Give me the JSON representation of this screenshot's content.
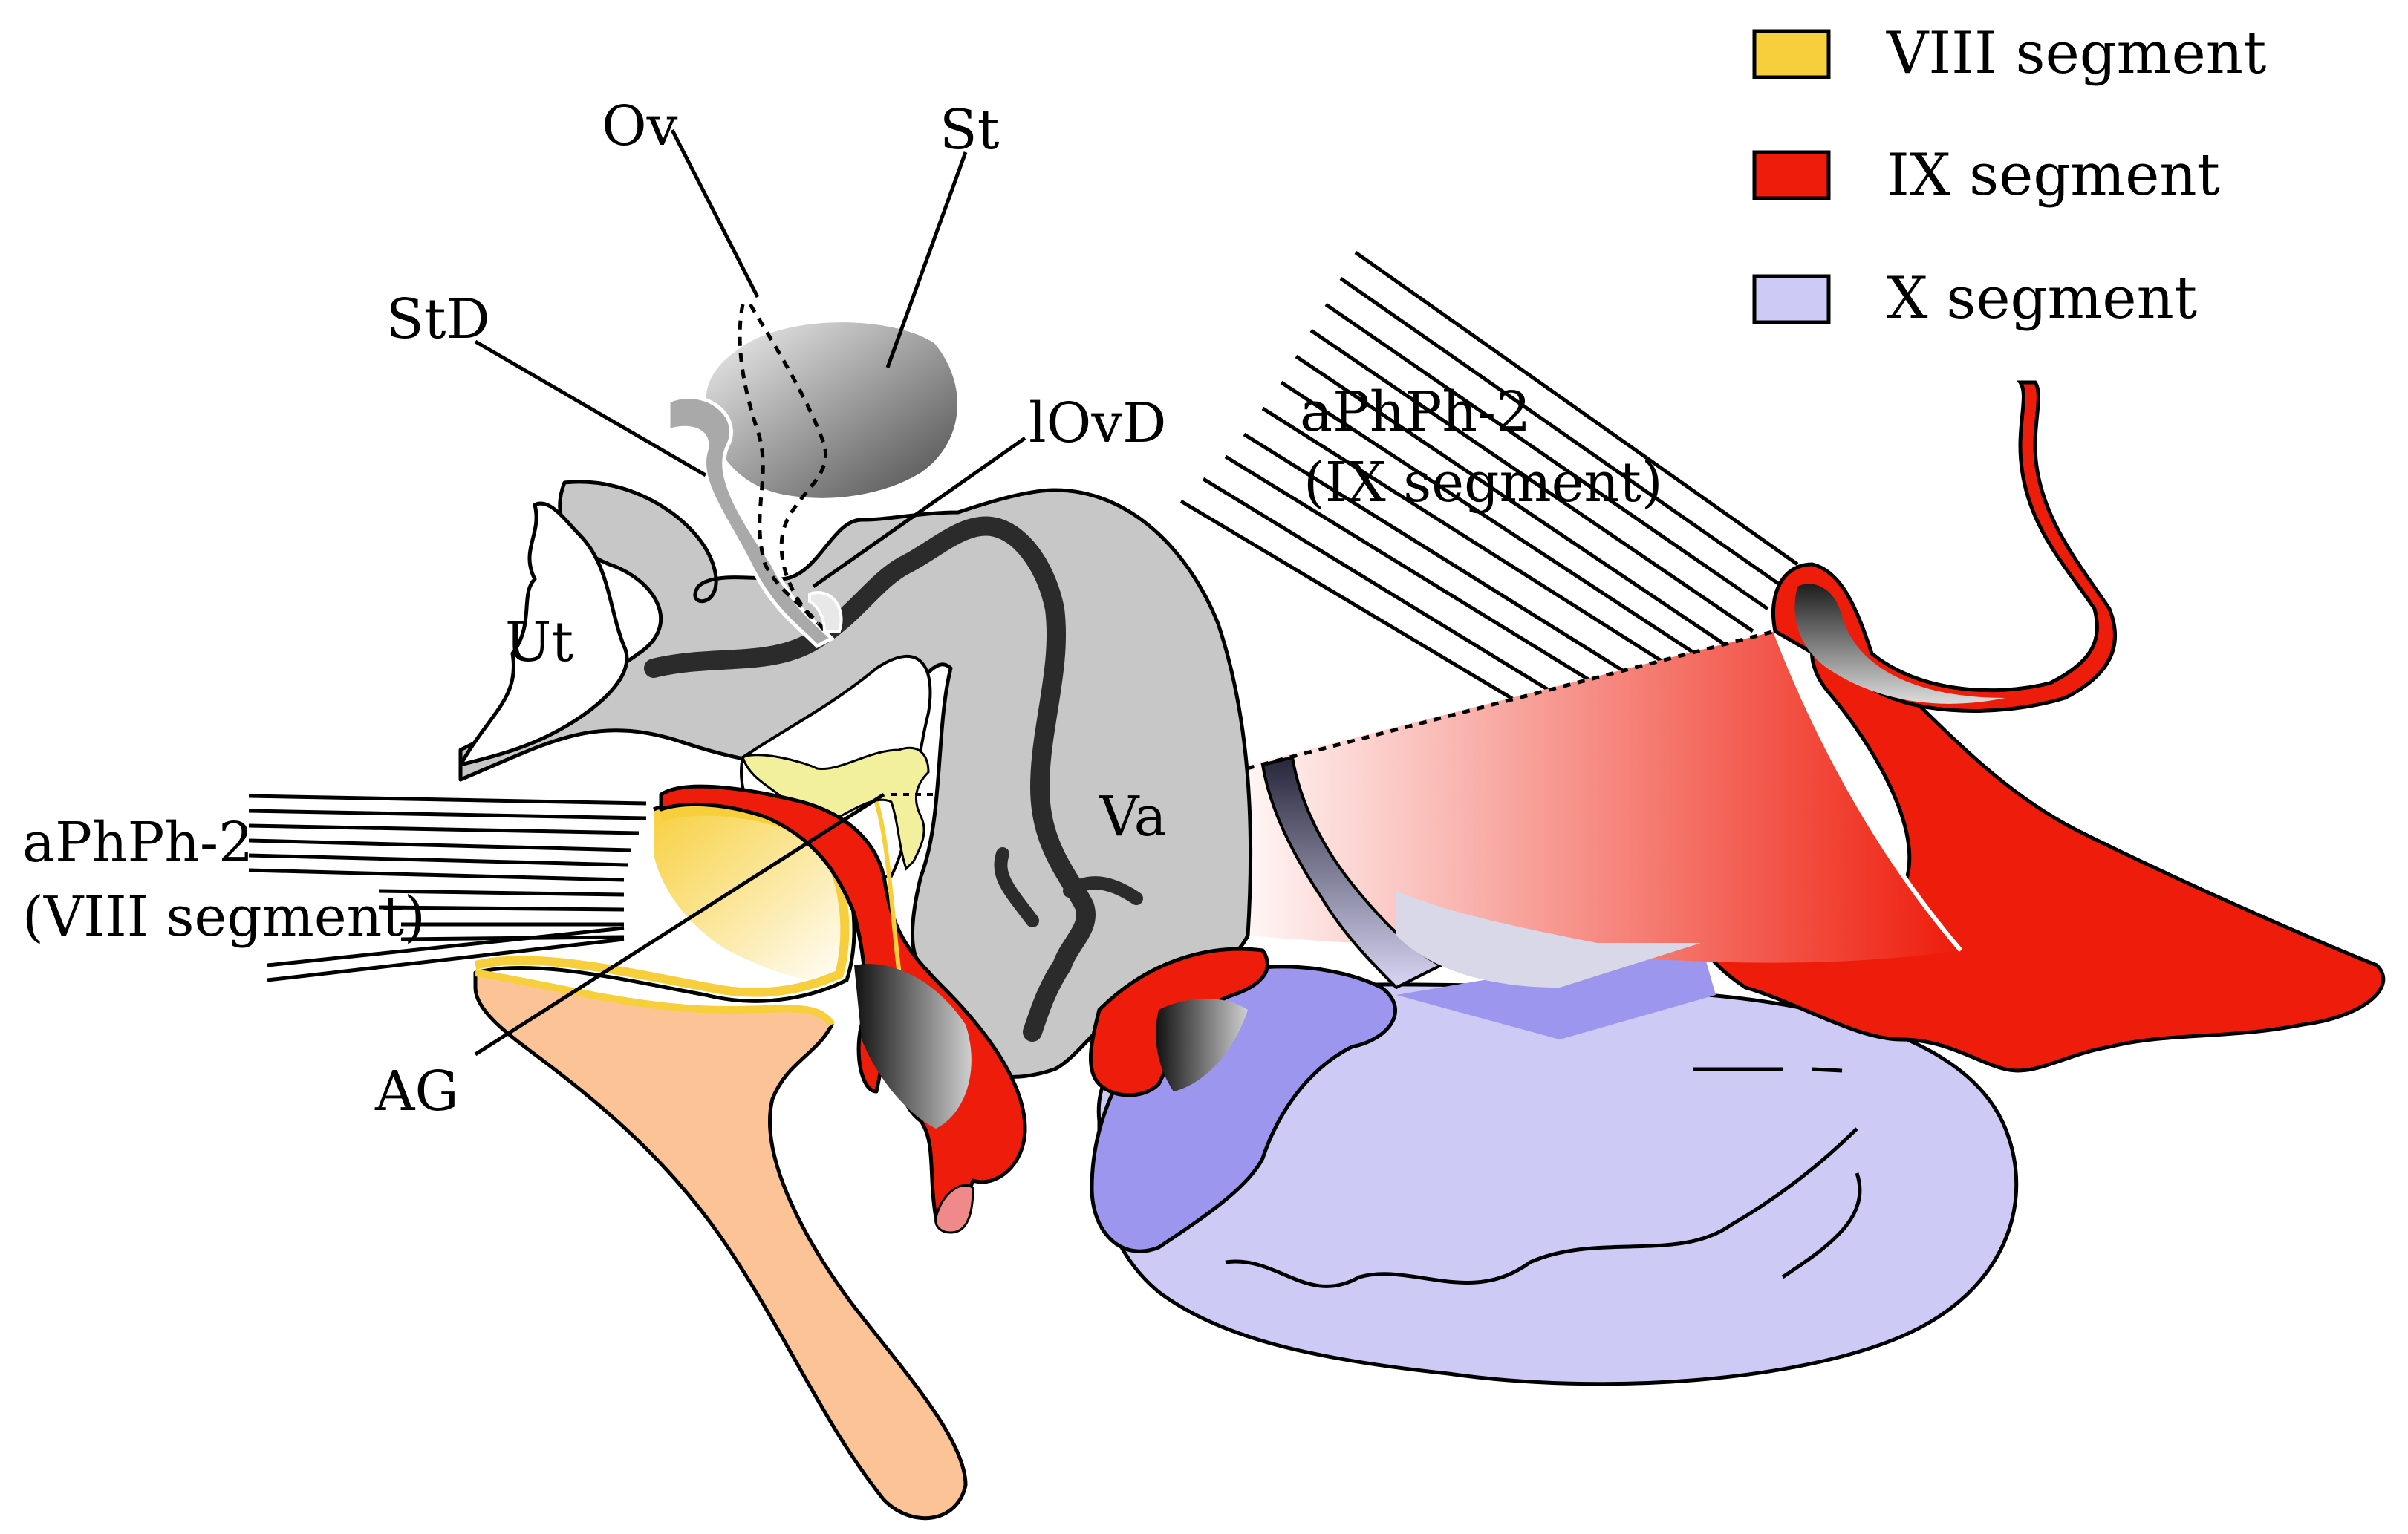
{
  "legend": {
    "items": [
      {
        "label": "VIII segment",
        "color": "#f7cf3c"
      },
      {
        "label": "IX segment",
        "color": "#ee1c0b"
      },
      {
        "label": "X segment",
        "color": "#cdcaf6"
      }
    ]
  },
  "labels": {
    "ov": "Ov",
    "st": "St",
    "std": "StD",
    "lovd": "lOvD",
    "ut": "Ut",
    "va": "Va",
    "ag": "AG",
    "aphph_ix_line1": "aPhPh-2",
    "aphph_ix_line2": "(IX segment)",
    "aphph_viii_line1": "aPhPh-2",
    "aphph_viii_line2": "(VIII segment)"
  },
  "colors": {
    "grey_tissue": "#c7c7c7",
    "dark_duct": "#2b2b2b",
    "segment_viii": "#f7cf3c",
    "segment_ix": "#ee1c0b",
    "segment_x": "#cdcaf6",
    "segment_x_dark": "#9c96ee",
    "apodeme": "#fbc396"
  }
}
